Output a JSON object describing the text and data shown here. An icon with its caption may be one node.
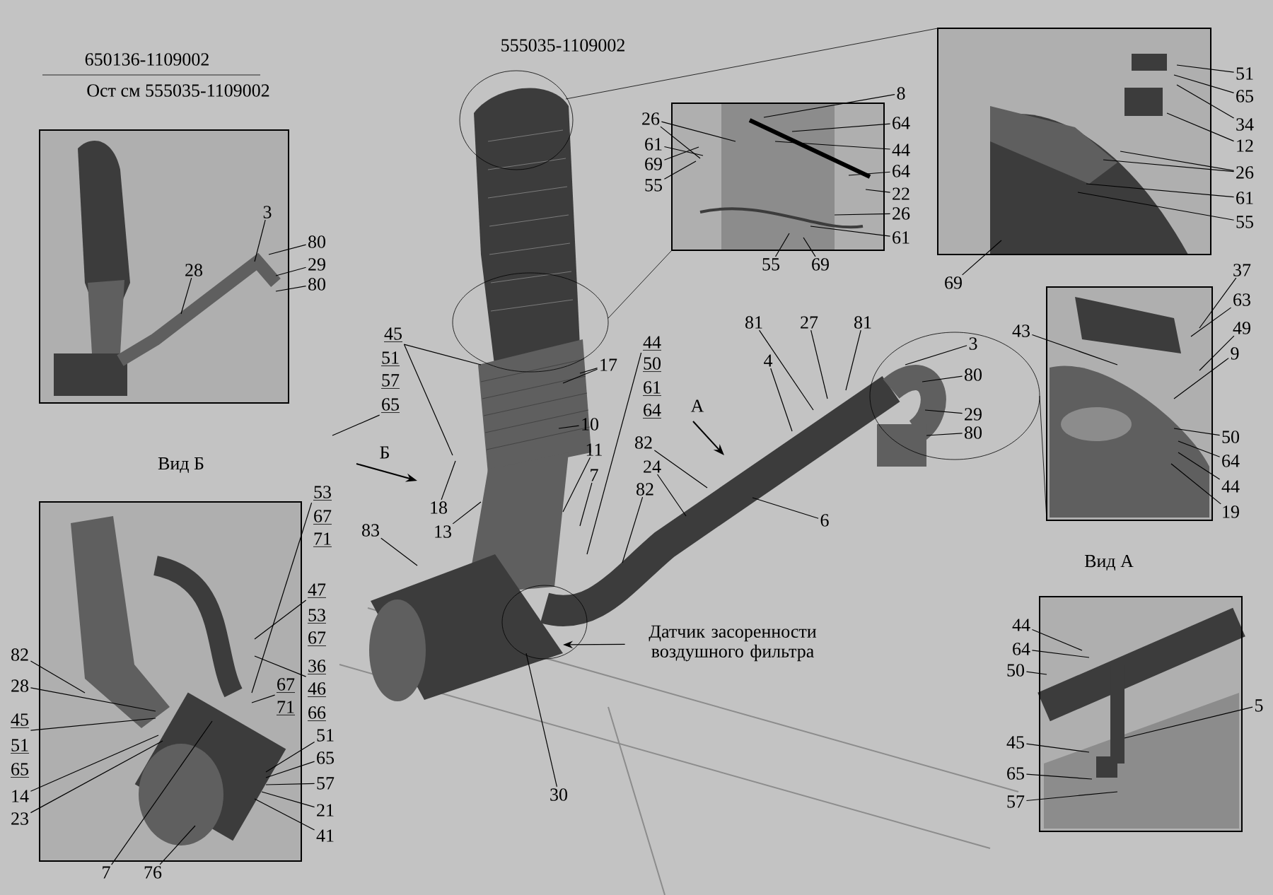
{
  "diagram": {
    "nodes": [
      {
        "text": [
          "3"
        ]
      },
      {
        "text": [
          "80"
        ]
      },
      {
        "text": [
          "29"
        ]
      },
      {
        "text": [
          "80"
        ]
      },
      {
        "text": [
          "28"
        ]
      },
      {
        "text": [
          "8"
        ]
      },
      {
        "text": [
          "26"
        ]
      },
      {
        "text": [
          "64"
        ]
      },
      {
        "text": [
          "61"
        ]
      },
      {
        "text": [
          "44"
        ]
      },
      {
        "text": [
          "69"
        ]
      },
      {
        "text": [
          "64"
        ]
      },
      {
        "text": [
          "55"
        ]
      },
      {
        "text": [
          "22"
        ]
      },
      {
        "text": [
          "26"
        ]
      },
      {
        "text": [
          "61"
        ]
      },
      {
        "text": [
          "55"
        ]
      },
      {
        "text": [
          "69"
        ]
      },
      {
        "text": [
          "51"
        ]
      },
      {
        "text": [
          "65"
        ]
      },
      {
        "text": [
          "34"
        ]
      },
      {
        "text": [
          "12"
        ]
      },
      {
        "text": [
          "26"
        ]
      },
      {
        "text": [
          "61"
        ]
      },
      {
        "text": [
          "55"
        ]
      },
      {
        "text": [
          "69"
        ]
      },
      {
        "text": [
          "37"
        ]
      },
      {
        "text": [
          "63"
        ]
      },
      {
        "text": [
          "49"
        ]
      },
      {
        "text": [
          "43"
        ]
      },
      {
        "text": [
          "9"
        ]
      },
      {
        "text": [
          "50"
        ]
      },
      {
        "text": [
          "64"
        ]
      },
      {
        "text": [
          "44"
        ]
      },
      {
        "text": [
          "19"
        ]
      },
      {
        "text": [
          "45"
        ]
      },
      {
        "text": [
          "51"
        ]
      },
      {
        "text": [
          "57"
        ]
      },
      {
        "text": [
          "65"
        ]
      },
      {
        "text": [
          "17"
        ]
      },
      {
        "text": [
          "44"
        ]
      },
      {
        "text": [
          "50"
        ]
      },
      {
        "text": [
          "61"
        ]
      },
      {
        "text": [
          "64"
        ]
      },
      {
        "text": [
          "81"
        ]
      },
      {
        "text": [
          "27"
        ]
      },
      {
        "text": [
          "81"
        ]
      },
      {
        "text": [
          "3"
        ]
      },
      {
        "text": [
          "4"
        ]
      },
      {
        "text": [
          "80"
        ]
      },
      {
        "text": [
          "29"
        ]
      },
      {
        "text": [
          "80"
        ]
      },
      {
        "text": [
          "10"
        ]
      },
      {
        "text": [
          "82"
        ]
      },
      {
        "text": [
          "11"
        ]
      },
      {
        "text": [
          "24"
        ]
      },
      {
        "text": [
          "7"
        ]
      },
      {
        "text": [
          "82"
        ]
      },
      {
        "text": [
          "18"
        ]
      },
      {
        "text": [
          "6"
        ]
      },
      {
        "text": [
          "13"
        ]
      },
      {
        "text": [
          "83"
        ]
      },
      {
        "text": [
          "53"
        ]
      },
      {
        "text": [
          "67"
        ]
      },
      {
        "text": [
          "71"
        ]
      },
      {
        "text": [
          "47"
        ]
      },
      {
        "text": [
          "53"
        ]
      },
      {
        "text": [
          "67"
        ]
      },
      {
        "text": [
          "36"
        ]
      },
      {
        "text": [
          "46"
        ]
      },
      {
        "text": [
          "66"
        ]
      },
      {
        "text": [
          "67"
        ]
      },
      {
        "text": [
          "71"
        ]
      },
      {
        "text": [
          "82"
        ]
      },
      {
        "text": [
          "28"
        ]
      },
      {
        "text": [
          "45"
        ]
      },
      {
        "text": [
          "51"
        ]
      },
      {
        "text": [
          "65"
        ]
      },
      {
        "text": [
          "14"
        ]
      },
      {
        "text": [
          "23"
        ]
      },
      {
        "text": [
          "51"
        ]
      },
      {
        "text": [
          "65"
        ]
      },
      {
        "text": [
          "57"
        ]
      },
      {
        "text": [
          "21"
        ]
      },
      {
        "text": [
          "41"
        ]
      },
      {
        "text": [
          "7"
        ]
      },
      {
        "text": [
          "76"
        ]
      },
      {
        "text": [
          "44"
        ]
      },
      {
        "text": [
          "64"
        ]
      },
      {
        "text": [
          "50"
        ]
      },
      {
        "text": [
          "5"
        ]
      },
      {
        "text": [
          "45"
        ]
      },
      {
        "text": [
          "65"
        ]
      },
      {
        "text": [
          "57"
        ]
      },
      {
        "text": [
          "30"
        ]
      },
      {
        "text": [
          "Датчик засоренности воздушного фильтра"
        ]
      }
    ],
    "edges": [
      {
        "from": 0,
        "to": null,
        "arrow": "none"
      },
      {
        "from": 1,
        "to": null,
        "arrow": "none"
      },
      {
        "from": 2,
        "to": null,
        "arrow": "none"
      },
      {
        "from": 3,
        "to": null,
        "arrow": "none"
      },
      {
        "from": 4,
        "to": null,
        "arrow": "none"
      },
      {
        "from": 5,
        "to": null,
        "arrow": "none"
      },
      {
        "from": 6,
        "to": null,
        "arrow": "none"
      },
      {
        "from": 6,
        "to": null,
        "arrow": "none"
      },
      {
        "from": 7,
        "to": null,
        "arrow": "none"
      },
      {
        "from": 8,
        "to": null,
        "arrow": "none"
      },
      {
        "from": 9,
        "to": null,
        "arrow": "none"
      },
      {
        "from": 10,
        "to": null,
        "arrow": "none"
      },
      {
        "from": 11,
        "to": null,
        "arrow": "none"
      },
      {
        "from": 12,
        "to": null,
        "arrow": "none"
      },
      {
        "from": 13,
        "to": null,
        "arrow": "none"
      },
      {
        "from": 14,
        "to": null,
        "arrow": "none"
      },
      {
        "from": 15,
        "to": null,
        "arrow": "none"
      },
      {
        "from": 16,
        "to": null,
        "arrow": "none"
      },
      {
        "from": 17,
        "to": null,
        "arrow": "none"
      },
      {
        "from": 18,
        "to": null,
        "arrow": "none"
      },
      {
        "from": 19,
        "to": null,
        "arrow": "none"
      },
      {
        "from": 20,
        "to": null,
        "arrow": "none"
      },
      {
        "from": 21,
        "to": null,
        "arrow": "none"
      },
      {
        "from": 22,
        "to": null,
        "arrow": "none"
      },
      {
        "from": 22,
        "to": null,
        "arrow": "none"
      },
      {
        "from": 23,
        "to": null,
        "arrow": "none"
      },
      {
        "from": 24,
        "to": null,
        "arrow": "none"
      },
      {
        "from": 25,
        "to": null,
        "arrow": "none"
      },
      {
        "from": 26,
        "to": null,
        "arrow": "none"
      },
      {
        "from": 27,
        "to": null,
        "arrow": "none"
      },
      {
        "from": 28,
        "to": null,
        "arrow": "none"
      },
      {
        "from": 29,
        "to": null,
        "arrow": "none"
      },
      {
        "from": 30,
        "to": null,
        "arrow": "none"
      },
      {
        "from": 31,
        "to": null,
        "arrow": "none"
      },
      {
        "from": 32,
        "to": null,
        "arrow": "none"
      },
      {
        "from": 33,
        "to": null,
        "arrow": "none"
      },
      {
        "from": 34,
        "to": null,
        "arrow": "none"
      },
      {
        "from": 35,
        "to": null,
        "arrow": "none"
      },
      {
        "from": 35,
        "to": null,
        "arrow": "none"
      },
      {
        "from": 38,
        "to": null,
        "arrow": "none"
      },
      {
        "from": 39,
        "to": null,
        "arrow": "none"
      },
      {
        "from": 39,
        "to": null,
        "arrow": "none"
      },
      {
        "from": 40,
        "to": null,
        "arrow": "none"
      },
      {
        "from": 44,
        "to": null,
        "arrow": "none"
      },
      {
        "from": 45,
        "to": null,
        "arrow": "none"
      },
      {
        "from": 46,
        "to": null,
        "arrow": "none"
      },
      {
        "from": 47,
        "to": null,
        "arrow": "none"
      },
      {
        "from": 48,
        "to": null,
        "arrow": "none"
      },
      {
        "from": 49,
        "to": null,
        "arrow": "none"
      },
      {
        "from": 50,
        "to": null,
        "arrow": "none"
      },
      {
        "from": 51,
        "to": null,
        "arrow": "none"
      },
      {
        "from": 52,
        "to": null,
        "arrow": "none"
      },
      {
        "from": 53,
        "to": null,
        "arrow": "none"
      },
      {
        "from": 54,
        "to": null,
        "arrow": "none"
      },
      {
        "from": 55,
        "to": null,
        "arrow": "none"
      },
      {
        "from": 56,
        "to": null,
        "arrow": "none"
      },
      {
        "from": 57,
        "to": null,
        "arrow": "none"
      },
      {
        "from": 58,
        "to": null,
        "arrow": "none"
      },
      {
        "from": 59,
        "to": null,
        "arrow": "none"
      },
      {
        "from": 60,
        "to": null,
        "arrow": "none"
      },
      {
        "from": 61,
        "to": null,
        "arrow": "none"
      },
      {
        "from": 62,
        "to": null,
        "arrow": "none"
      },
      {
        "from": 65,
        "to": null,
        "arrow": "none"
      },
      {
        "from": 68,
        "to": null,
        "arrow": "none"
      },
      {
        "from": 71,
        "to": null,
        "arrow": "none"
      },
      {
        "from": 73,
        "to": null,
        "arrow": "none"
      },
      {
        "from": 74,
        "to": null,
        "arrow": "none"
      },
      {
        "from": 75,
        "to": null,
        "arrow": "none"
      },
      {
        "from": 78,
        "to": null,
        "arrow": "none"
      },
      {
        "from": 79,
        "to": null,
        "arrow": "none"
      },
      {
        "from": 80,
        "to": null,
        "arrow": "none"
      },
      {
        "from": 81,
        "to": null,
        "arrow": "none"
      },
      {
        "from": 82,
        "to": null,
        "arrow": "none"
      },
      {
        "from": 83,
        "to": null,
        "arrow": "none"
      },
      {
        "from": 84,
        "to": null,
        "arrow": "none"
      },
      {
        "from": 85,
        "to": null,
        "arrow": "none"
      },
      {
        "from": 86,
        "to": null,
        "arrow": "none"
      },
      {
        "from": 87,
        "to": null,
        "arrow": "none"
      },
      {
        "from": 88,
        "to": null,
        "arrow": "none"
      },
      {
        "from": 89,
        "to": null,
        "arrow": "none"
      },
      {
        "from": 90,
        "to": null,
        "arrow": "none"
      },
      {
        "from": 91,
        "to": null,
        "arrow": "none"
      },
      {
        "from": 92,
        "to": null,
        "arrow": "none"
      },
      {
        "from": 93,
        "to": null,
        "arrow": "none"
      },
      {
        "from": 94,
        "to": null,
        "arrow": "none"
      },
      {
        "from": 95,
        "to": null,
        "arrow": "to"
      }
    ],
    "labels": [
      "650136-1109002",
      "Ост см 555035-1109002",
      "555035-1109002",
      "Вид Б",
      "Б",
      "А",
      "Вид А"
    ]
  }
}
